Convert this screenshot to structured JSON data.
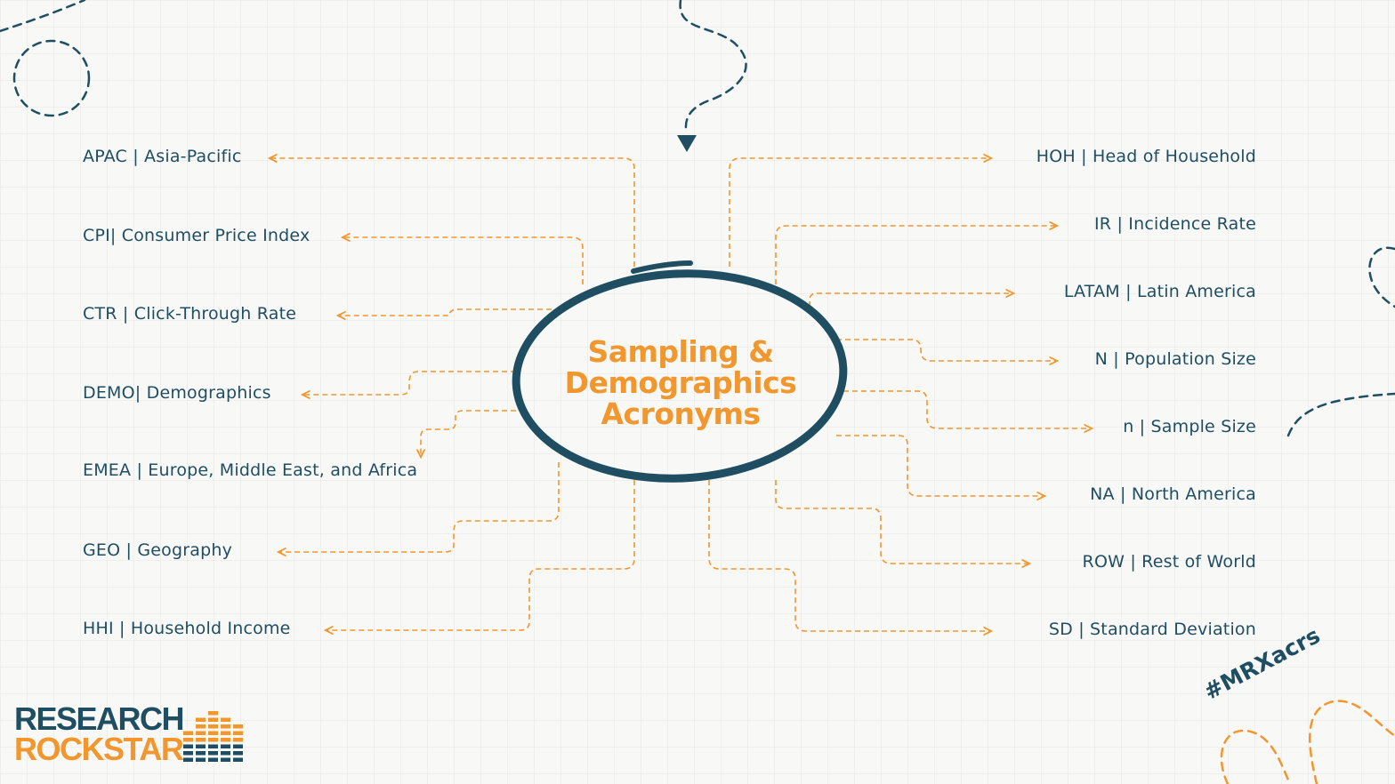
{
  "center": {
    "line1": "Sampling &",
    "line2": "Demographics",
    "line3": "Acronyms"
  },
  "left_items": [
    {
      "label": "APAC | Asia-Pacific"
    },
    {
      "label": "CPI| Consumer Price Index"
    },
    {
      "label": "CTR | Click-Through Rate"
    },
    {
      "label": "DEMO| Demographics"
    },
    {
      "label": "EMEA | Europe, Middle East, and Africa"
    },
    {
      "label": "GEO | Geography"
    },
    {
      "label": "HHI | Household Income"
    }
  ],
  "right_items": [
    {
      "label": "HOH | Head of Household"
    },
    {
      "label": "IR | Incidence Rate"
    },
    {
      "label": "LATAM | Latin America"
    },
    {
      "label": "N | Population Size"
    },
    {
      "label": "n | Sample Size"
    },
    {
      "label": "NA | North America"
    },
    {
      "label": "ROW | Rest of World"
    },
    {
      "label": "SD | Standard Deviation"
    }
  ],
  "hashtag": "#MRXacrs",
  "logo": {
    "word1": "RESEARCH",
    "word2": "ROCKSTAR"
  },
  "colors": {
    "accent": "#f2962e",
    "ink": "#1f4e63",
    "background": "#f8f8f6"
  }
}
